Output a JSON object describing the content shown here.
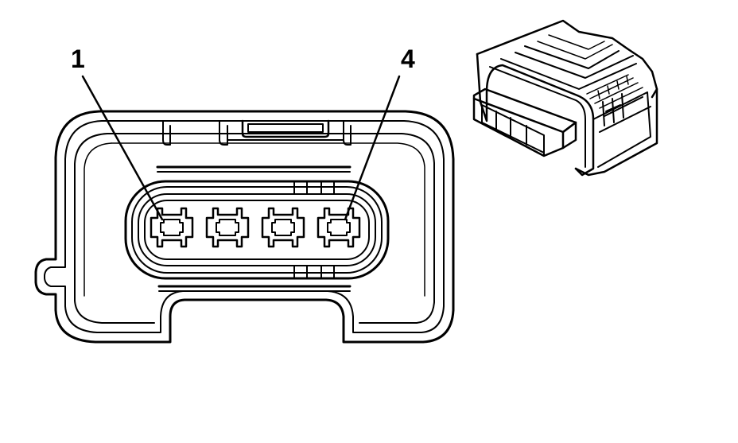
{
  "diagram": {
    "pin_labels": [
      {
        "text": "1",
        "pin": 1
      },
      {
        "text": "4",
        "pin": 4
      }
    ],
    "pin_count": 4,
    "line_color": "#000000",
    "background": "#ffffff"
  }
}
